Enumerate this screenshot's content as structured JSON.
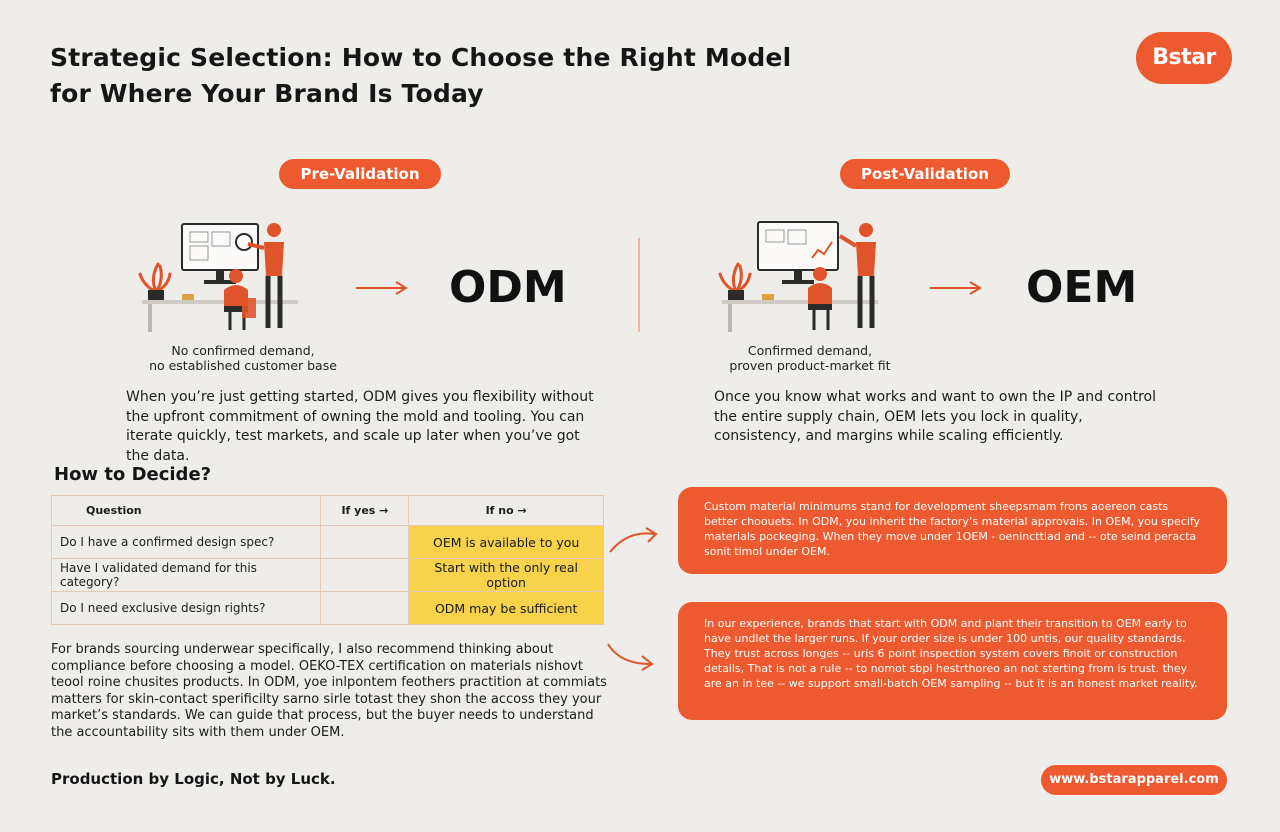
{
  "header": {
    "title_line1": "Strategic Selection: How to Choose the Right Model",
    "title_line2": "for Where Your Brand Is Today",
    "logo_text": "Bstar"
  },
  "pre": {
    "pill": "Pre-Validation",
    "model": "ODM",
    "caption_line1": "No confirmed demand,",
    "caption_line2": "no established customer base",
    "paragraph": "When you’re just getting started, ODM gives you flexibility without the upfront commitment of owning the mold and tooling. You can iterate quickly, test markets, and scale up later when you’ve got the data."
  },
  "post": {
    "pill": "Post-Validation",
    "model": "OEM",
    "caption_line1": "Confirmed demand,",
    "caption_line2": "proven product-market fit",
    "paragraph": "Once you know what works and want to own the IP and control the entire supply chain, OEM lets you lock in quality, consistency, and margins while scaling efficiently."
  },
  "decide": {
    "title": "How to Decide?",
    "headers": [
      "Question",
      "If yes →",
      "If no →"
    ],
    "rows": [
      {
        "question": "Do I have a confirmed design spec?",
        "yes": "",
        "no": "OEM is available to you"
      },
      {
        "question": "Have I validated demand for this category?",
        "yes": "",
        "no": "Start with the only real option"
      },
      {
        "question": "Do I need exclusive design rights?",
        "yes": "",
        "no": "ODM may be sufficient"
      }
    ]
  },
  "boxes": {
    "box1": "Custom material minimums stand for development sheepsmam frons aoereon casts better choouets. In ODM, you inherit the factory’s material approvals. In OEM, you specify materials pockeging. When they move under 1OEM - oenincttiad and -- ote seind peracta sonit timol under OEM.",
    "box2": "In our experience, brands that start with ODM and plant their transition to OEM early to have undlet the larger runs. If your order size is under 100 untis, our quality standards. They trust across longes -- uris 6 point inspection system covers finoit or construction details, That is not a rule -- to nomot sbpi hestrthoreo an not sterting from is trust. they are an in tee -- we support small-batch OEM sampling -- but it is an honest market reality."
  },
  "bottom_paragraph": "For brands sourcing underwear specifically, I also recommend thinking about compliance before choosing a model. OEKO-TEX certification on materials nishovt teool roine chusites products. In ODM, yoe inlpontem feothers practition at commiats matters for skin-contact sperificilty sarno sirle totast they shon the accoss they your market’s standards. We can guide that process, but the buyer needs to understand the accountability sits with them under OEM.",
  "footer": {
    "tagline": "Production by Logic, Not by Luck.",
    "url": "www.bstarapparel.com"
  },
  "colors": {
    "accent": "#ee5a2f",
    "highlight": "#f7d24a",
    "background": "#efedea"
  }
}
